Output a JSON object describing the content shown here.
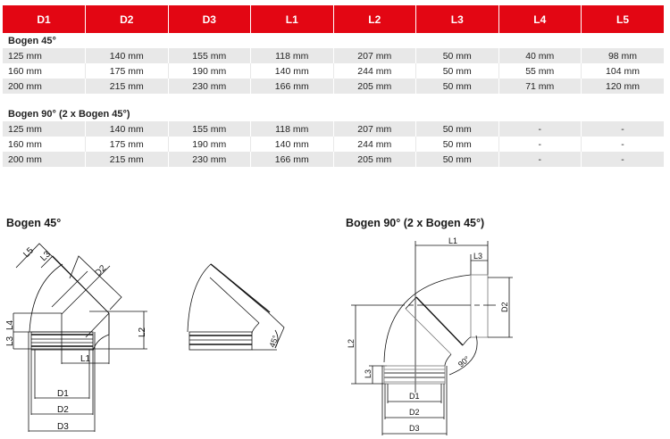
{
  "table": {
    "headers": [
      "D1",
      "D2",
      "D3",
      "L1",
      "L2",
      "L3",
      "L4",
      "L5"
    ],
    "header_color": "#e30613",
    "groups": [
      {
        "title": "Bogen 45°",
        "rows": [
          [
            "125 mm",
            "140 mm",
            "155 mm",
            "118 mm",
            "207 mm",
            "50 mm",
            "40 mm",
            "98 mm"
          ],
          [
            "160 mm",
            "175 mm",
            "190 mm",
            "140 mm",
            "244 mm",
            "50 mm",
            "55 mm",
            "104 mm"
          ],
          [
            "200 mm",
            "215 mm",
            "230 mm",
            "166 mm",
            "205 mm",
            "50 mm",
            "71 mm",
            "120 mm"
          ]
        ]
      },
      {
        "title": "Bogen 90° (2 x Bogen 45°)",
        "rows": [
          [
            "125 mm",
            "140 mm",
            "155 mm",
            "118 mm",
            "207 mm",
            "50 mm",
            "-",
            "-"
          ],
          [
            "160 mm",
            "175 mm",
            "190 mm",
            "140 mm",
            "244 mm",
            "50 mm",
            "-",
            "-"
          ],
          [
            "200 mm",
            "215 mm",
            "230 mm",
            "166 mm",
            "205 mm",
            "50 mm",
            "-",
            "-"
          ]
        ]
      }
    ]
  },
  "diagrams": {
    "bogen45": {
      "title": "Bogen 45°",
      "labels": {
        "L5": "L5",
        "L3": "L3",
        "D2": "D2",
        "L2": "L2",
        "L4": "L4",
        "L3b": "L3",
        "L1": "L1",
        "D1": "D1",
        "D2b": "D2",
        "D3": "D3"
      }
    },
    "bogen45_side": {
      "angle_label": "45°"
    },
    "bogen90": {
      "title": "Bogen 90° (2 x Bogen 45°)",
      "labels": {
        "L1": "L1",
        "L3": "L3",
        "D2": "D2",
        "L2": "L2",
        "L3b": "L3",
        "angle": "90°",
        "D1": "D1",
        "D2b": "D2",
        "D3": "D3"
      }
    }
  }
}
